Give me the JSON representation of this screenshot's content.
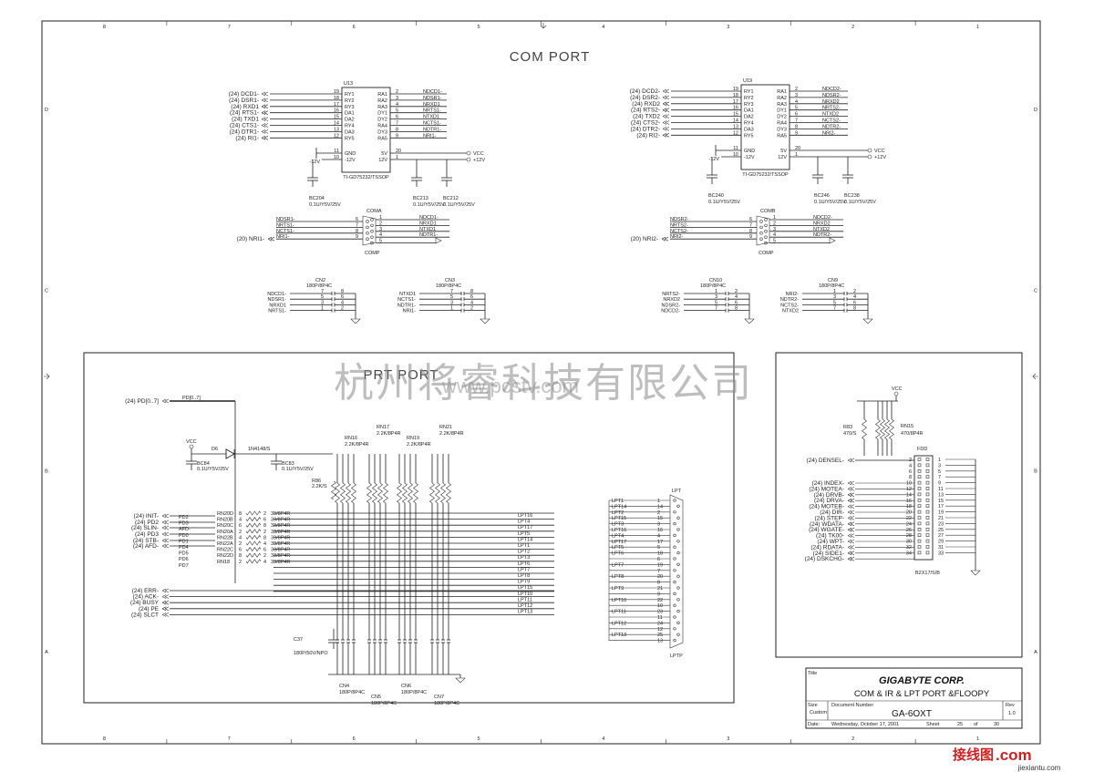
{
  "titles": {
    "com_port": "COM PORT",
    "prt_port": "PRT PORT"
  },
  "watermark": {
    "chinese": "杭州将睿科技有限公司",
    "site": "www.pcstv.com"
  },
  "title_block": {
    "title_label": "Title",
    "company": "GIGABYTE CORP.",
    "title": "COM & IR & LPT PORT &FLOOPY",
    "size_label": "Size",
    "size_value": "Custom",
    "docnum_label": "Document Number",
    "docnum_value": "GA-6OXT",
    "rev_label": "Rev",
    "rev_value": "1.0",
    "date_label": "Date:",
    "date_value": "Wednesday, October 17, 2001",
    "sheet_label": "Sheet",
    "sheet_value": "25",
    "of_label": "of",
    "of_value": "30"
  },
  "site_logo": {
    "name": "接线图",
    "suffix": ".com",
    "url": "jiexiantu.com"
  },
  "com1": {
    "ref": "U13",
    "part": "TI-GD75232/TSSOP",
    "left_nets": [
      "(24) DCD1-",
      "(24) DSR1-",
      "(24) RXD1",
      "(24) RTS1-",
      "(24) TXD1",
      "(24) CTS1-",
      "(24) DTR1-",
      "(24) RI1-"
    ],
    "left_pins": [
      "RY1",
      "RY2",
      "RY3",
      "DA1",
      "DA2",
      "RY4",
      "DA3",
      "RY5"
    ],
    "left_nums": [
      "19",
      "18",
      "17",
      "16",
      "15",
      "14",
      "13",
      "12"
    ],
    "right_pins": [
      "RA1",
      "RA2",
      "RA3",
      "DY1",
      "DY2",
      "RA4",
      "DY3",
      "RA5"
    ],
    "right_nums": [
      "2",
      "3",
      "4",
      "5",
      "6",
      "7",
      "8",
      "9"
    ],
    "right_nets": [
      "NDCD1-",
      "NDSR1-",
      "NRXD1",
      "NRTS1-",
      "NTXD1",
      "NCTS1-",
      "NDTR1-",
      "NRI1-"
    ],
    "power_left": [
      "GND",
      "-12V"
    ],
    "power_right": [
      "5V",
      "12V"
    ],
    "power_nums_left": [
      "11",
      "10"
    ],
    "power_nums_right": [
      "20",
      "1"
    ],
    "vcc": "VCC",
    "p12": "+12V",
    "m12": "-12V",
    "caps": [
      "BC204",
      "BC213",
      "BC212"
    ],
    "cap_val": "0.1U/Y5V/25V",
    "connector": "COMA",
    "conn_sub": "COMP",
    "conn_left": [
      "NDSR1-",
      "NRTS1-",
      "NCTS1-",
      "NRI1-"
    ],
    "conn_left_pins": [
      "6",
      "7",
      "8",
      "9"
    ],
    "conn_right_pins": [
      "1",
      "2",
      "3",
      "4",
      "5"
    ],
    "conn_right": [
      "NDCD1-",
      "NRXD1",
      "NTXD1",
      "NDTR1-"
    ],
    "ri_net": "(20) NRI1-",
    "arrays": [
      {
        "ref": "CN2",
        "val": "180P/8P4C",
        "nets": [
          "NDCD1-",
          "NDSR1-",
          "NRXD1",
          "NRTS1-"
        ],
        "pins_l": [
          "7",
          "5",
          "3",
          "1"
        ],
        "pins_r": [
          "8",
          "6",
          "4",
          "2"
        ]
      },
      {
        "ref": "CN3",
        "val": "180P/8P4C",
        "nets": [
          "NTXD1",
          "NCTS1-",
          "NDTR1-",
          "NRI1-"
        ],
        "pins_l": [
          "7",
          "5",
          "3",
          "1"
        ],
        "pins_r": [
          "8",
          "6",
          "4",
          "2"
        ]
      }
    ]
  },
  "com2": {
    "ref": "U19",
    "part": "TI-GD75232/TSSOP",
    "left_nets": [
      "(24) DCD2-",
      "(24) DSR2-",
      "(24) RXD2",
      "(24) RTS2-",
      "(24) TXD2",
      "(24) CTS2-",
      "(24) DTR2-",
      "(24) RI2-"
    ],
    "left_pins": [
      "RY1",
      "RY2",
      "RY3",
      "DA1",
      "DA2",
      "RY4",
      "DA3",
      "RY5"
    ],
    "left_nums": [
      "19",
      "18",
      "17",
      "16",
      "15",
      "14",
      "13",
      "12"
    ],
    "right_pins": [
      "RA1",
      "RA2",
      "RA3",
      "DY1",
      "DY2",
      "RA4",
      "DY3",
      "RA5"
    ],
    "right_nums": [
      "2",
      "3",
      "4",
      "5",
      "6",
      "7",
      "8",
      "9"
    ],
    "right_nets": [
      "NDCD2-",
      "NDSR2-",
      "NRXD2",
      "NRTS2-",
      "NTXD2",
      "NCTS2-",
      "NDTR2-",
      "NRI2-"
    ],
    "power_left": [
      "GND",
      "-12V"
    ],
    "power_right": [
      "5V",
      "12V"
    ],
    "power_nums_left": [
      "11",
      "10"
    ],
    "power_nums_right": [
      "20",
      "1"
    ],
    "vcc": "VCC",
    "p12": "+12V",
    "m12": "-12V",
    "caps": [
      "BC240",
      "BC246",
      "BC238"
    ],
    "cap_val": "0.1U/Y5V/25V",
    "connector": "COMB",
    "conn_sub": "COMP",
    "conn_left": [
      "NDSR2-",
      "NRTS2-",
      "NCTS2-",
      "NRI2-"
    ],
    "conn_left_pins": [
      "6",
      "7",
      "8",
      "9"
    ],
    "conn_right_pins": [
      "1",
      "2",
      "3",
      "4",
      "5"
    ],
    "conn_right": [
      "NDCD2-",
      "NRXD2",
      "NTXD2",
      "NDTR2-"
    ],
    "ri_net": "(20) NRI2-",
    "arrays": [
      {
        "ref": "CN10",
        "val": "180P/8P4C",
        "nets": [
          "NRTS2-",
          "NRXD2",
          "NDSR2-",
          "NDCD2-"
        ],
        "pins_l": [
          "1",
          "3",
          "5",
          "7"
        ],
        "pins_r": [
          "2",
          "4",
          "6",
          "8"
        ]
      },
      {
        "ref": "CN9",
        "val": "180P/8P4C",
        "nets": [
          "NRI2-",
          "NDTR2-",
          "NCTS2-",
          "NTXD2"
        ],
        "pins_l": [
          "1",
          "3",
          "5",
          "7"
        ],
        "pins_r": [
          "2",
          "4",
          "6",
          "8"
        ]
      }
    ]
  },
  "prt": {
    "bus_label": "(24) PD[0..7]",
    "bus_name": "PD[0..7]",
    "vcc": "VCC",
    "diode": "D6",
    "diode_part": "1N4148/S",
    "caps": [
      "BC84",
      "BC83"
    ],
    "cap_val": "0.1U/Y5V/25V",
    "r86": "R86",
    "r86_val": "2.2K/S",
    "rn_top": [
      {
        "ref": "RN16",
        "val": "2.2K/8P4R"
      },
      {
        "ref": "RN17",
        "val": "2.2K/8P4R"
      },
      {
        "ref": "RN19",
        "val": "2.2K/8P4R"
      },
      {
        "ref": "RN21",
        "val": "2.2K/8P4R"
      }
    ],
    "left_signals": [
      "(24) INIT-",
      "(24) PD2",
      "(24) SLIN-",
      "(24) PD3",
      "(24) STB-",
      "(24) AFD-"
    ],
    "pd_labels": [
      "PD2",
      "PD3",
      "AFD-",
      "PD0",
      "PD1",
      "PD4",
      "PD5",
      "PD6",
      "PD7"
    ],
    "rn_series": [
      "RN20D",
      "RN20B",
      "RN20C",
      "RN20A",
      "RN22B",
      "RN22A",
      "RN22C",
      "RN22D",
      "RN18"
    ],
    "rn_series_val": "33/8P4R",
    "status": [
      "(24) ERR-",
      "(24) ACK-",
      "(24) BUSY",
      "(24) PE",
      "(24) SLCT"
    ],
    "lpt_nets": [
      "LPT16",
      "LPT4",
      "LPT17",
      "LPT5",
      "LPT14",
      "LPT1",
      "LPT2",
      "LPT3",
      "LPT6",
      "LPT7",
      "LPT8",
      "LPT9",
      "LPT15",
      "LPT10",
      "LPT11",
      "LPT12",
      "LPT13"
    ],
    "c37": "C37",
    "c37_val": "180P/50V/NPO",
    "cn_bottom": [
      {
        "ref": "CN4",
        "val": "180P/8P4C"
      },
      {
        "ref": "CN5",
        "val": "180P/8P4C"
      },
      {
        "ref": "CN6",
        "val": "180P/8P4C"
      },
      {
        "ref": "CN7",
        "val": "180P/8P4C"
      }
    ],
    "lpt_connector": "LPT",
    "lpt_sub": "LPTP",
    "lpt_left": [
      "LPT1",
      "LPT14",
      "LPT2",
      "LPT15",
      "LPT3",
      "LPT16",
      "LPT4",
      "LPT17",
      "LPT5",
      "LPT6",
      "LPT7",
      "LPT8",
      "LPT9",
      "LPT10",
      "LPT11",
      "LPT12",
      "LPT13"
    ],
    "lpt_pins": [
      "1",
      "14",
      "2",
      "15",
      "3",
      "16",
      "4",
      "17",
      "5",
      "18",
      "6",
      "19",
      "7",
      "20",
      "8",
      "21",
      "9",
      "22",
      "10",
      "23",
      "11",
      "24",
      "12",
      "25",
      "13"
    ]
  },
  "fdd": {
    "vcc": "VCC",
    "r83": "R83",
    "r83_val": "470/S",
    "rn15": "RN15",
    "rn15_val": "470/8P4R",
    "connector": "FDD",
    "part": "B2X17/S/B",
    "densel": "(24) DENSEL-",
    "signals": [
      "(24) INDEX-",
      "(24) MOTEA-",
      "(24) DRVB-",
      "(24) DRVA-",
      "(24) MOTEB-",
      "(24) DIR-",
      "(24) STEP-",
      "(24) WDATA-",
      "(24) WGATE-",
      "(24) TK00-",
      "(24) WPT-",
      "(24) RDATA-",
      "(24) SIDE1-",
      "(24) DSKCHG-"
    ],
    "left_pins": [
      "2",
      "4",
      "6",
      "8",
      "10",
      "12",
      "14",
      "16",
      "18",
      "20",
      "22",
      "24",
      "26",
      "28",
      "30",
      "32",
      "34"
    ],
    "right_pins": [
      "1",
      "3",
      "5",
      "7",
      "9",
      "11",
      "13",
      "15",
      "17",
      "19",
      "21",
      "23",
      "25",
      "27",
      "29",
      "31",
      "33"
    ]
  },
  "border": {
    "cols": [
      "8",
      "7",
      "6",
      "5",
      "4",
      "3",
      "2",
      "1"
    ],
    "rows": [
      "D",
      "C",
      "B",
      "A"
    ]
  }
}
